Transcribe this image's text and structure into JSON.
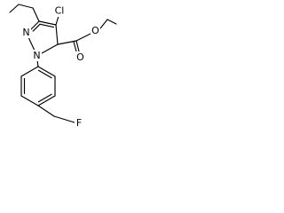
{
  "molecule": {
    "atoms": {
      "chlorine": "Cl",
      "ring_nitrogen_2": "N",
      "ring_nitrogen_1": "N",
      "carbonyl_oxygen": "O",
      "ester_oxygen": "O",
      "fluorine": "F"
    },
    "colors": {
      "bond": "#000000",
      "label": "#000000",
      "background": "#ffffff"
    }
  }
}
